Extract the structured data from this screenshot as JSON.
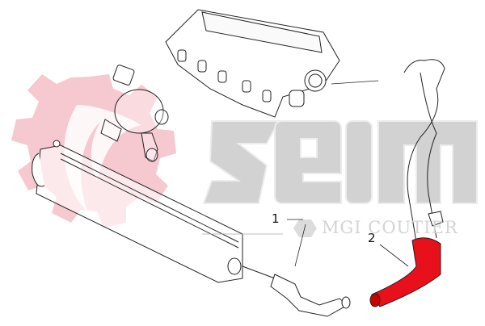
{
  "diagram": {
    "type": "exploded-parts-diagram",
    "subject": "turbo intercooler hose assembly",
    "watermark": {
      "brand": "Seim",
      "brand_text": "seim",
      "subtitle": "MGI COUTIER",
      "gear_color": "#f6c8d0",
      "letters_color": "#d2d2d2"
    },
    "highlight_color": "#e8101a",
    "callouts": [
      {
        "id": "1",
        "label": "1"
      },
      {
        "id": "2",
        "label": "2"
      }
    ],
    "components": [
      "intake-manifold",
      "throttle-body",
      "turbocharger",
      "intercooler",
      "hose-1",
      "hose-2",
      "upper-pipe"
    ]
  }
}
